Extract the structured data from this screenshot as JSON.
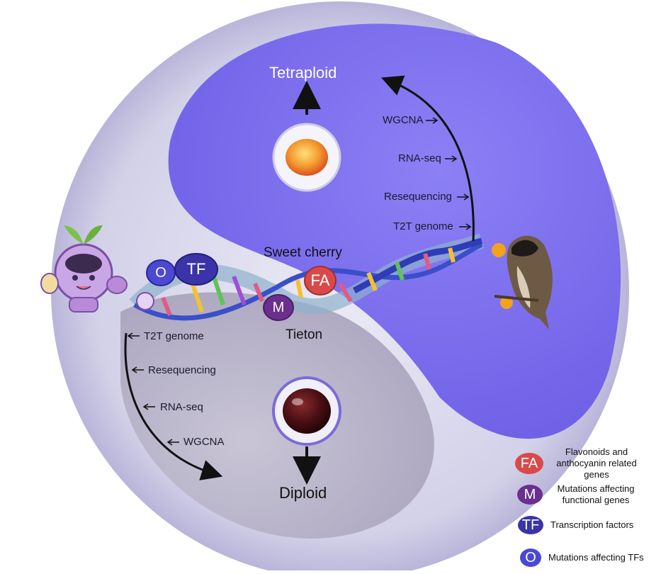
{
  "top": {
    "label": "Tetraploid"
  },
  "bottom": {
    "label": "Diploid"
  },
  "center": {
    "upper": "Sweet cherry",
    "lower": "Tieton"
  },
  "steps_up": [
    "WGCNA",
    "RNA-seq",
    "Resequencing",
    "T2T genome"
  ],
  "steps_down": [
    "T2T genome",
    "Resequencing",
    "RNA-seq",
    "WGCNA"
  ],
  "helix_badges": {
    "o": "O",
    "tf": "TF",
    "fa": "FA",
    "m": "M"
  },
  "legend": [
    {
      "badge": "FA",
      "text": "Flavonoids and anthocyanin related genes",
      "color": "#d84a4a"
    },
    {
      "badge": "M",
      "text": "Mutations affecting functional genes",
      "color": "#6b2f8f"
    },
    {
      "badge": "TF",
      "text": "Transcription factors",
      "color": "#3a34a8"
    },
    {
      "badge": "O",
      "text": "Mutations affecting TFs",
      "color": "#4b48d6"
    }
  ],
  "colors": {
    "purple_half": "#8072f0",
    "gray_half": "#bdb8cc",
    "outer": "#d8d6ea"
  }
}
